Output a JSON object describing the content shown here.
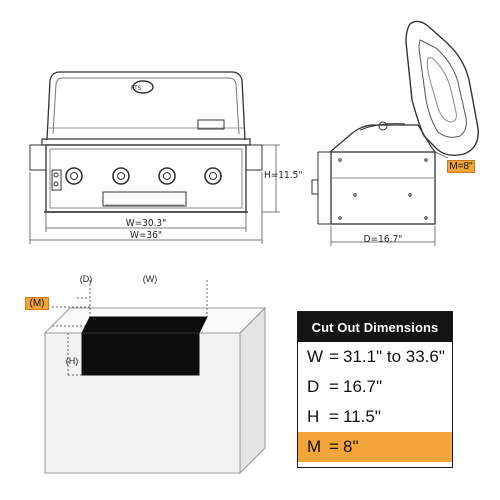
{
  "front_view": {
    "width_inner_label": "W=30.3\"",
    "width_outer_label": "W=36\"",
    "height_label": "H=11.5\"",
    "logo_text": "RTS"
  },
  "side_view": {
    "depth_label": "D=16.7\"",
    "m_label": "M=8\""
  },
  "cutout_view": {
    "d_label": "(D)",
    "w_label": "(W)",
    "m_label": "(M)",
    "h_label": "(H)"
  },
  "spec_panel": {
    "title": "Cut Out Dimensions",
    "rows": [
      {
        "key": "W",
        "value": "31.1\" to 33.6\""
      },
      {
        "key": "D",
        "value": "16.7\""
      },
      {
        "key": "H",
        "value": "11.5\""
      },
      {
        "key": "M",
        "value": "8\""
      }
    ],
    "highlight_color": "#f4a53a"
  }
}
